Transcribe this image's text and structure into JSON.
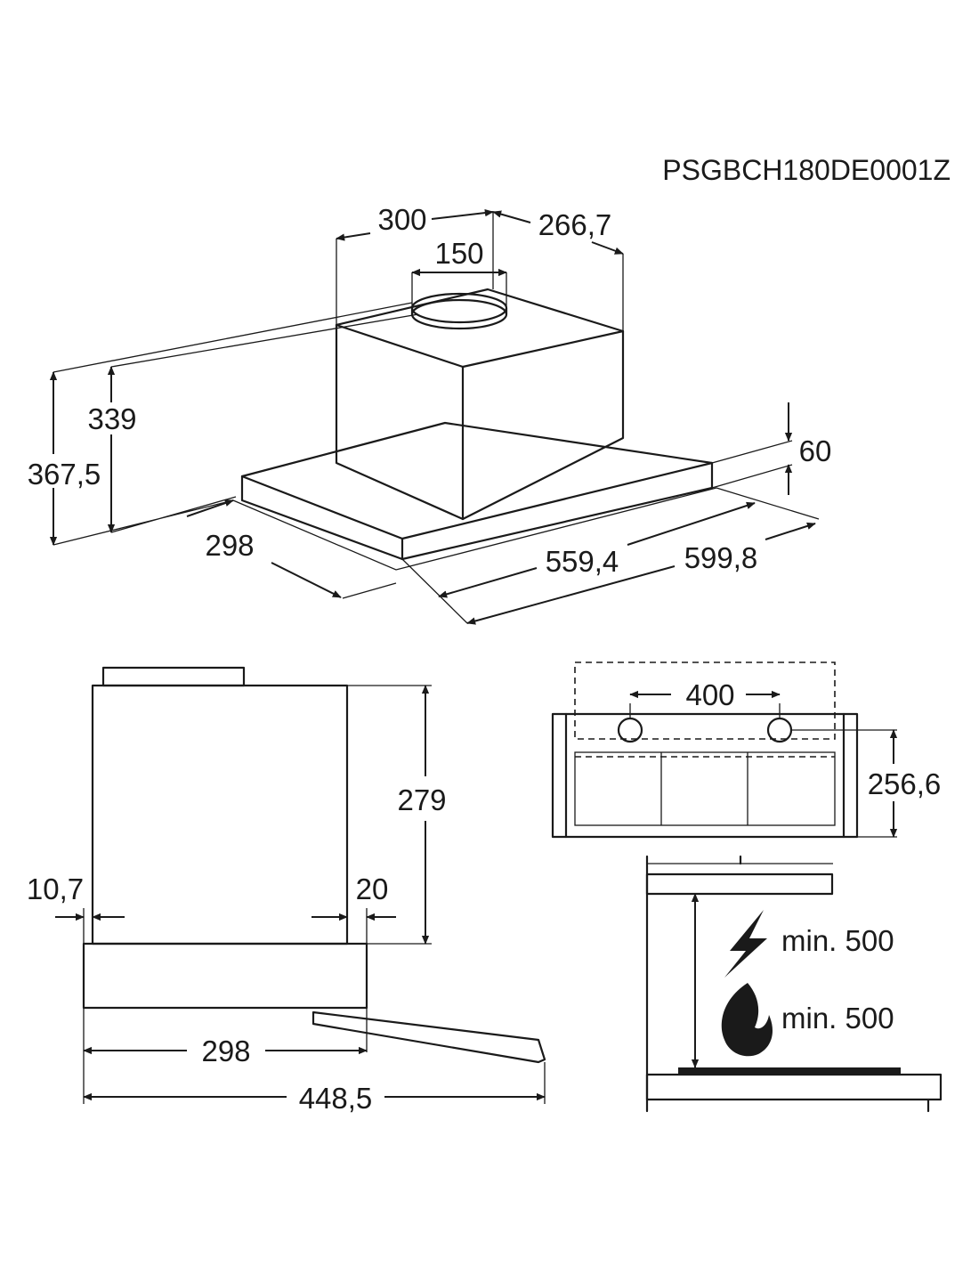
{
  "model_code": "PSGBCH180DE0001Z",
  "top_view": {
    "dims": {
      "chimney_width": "300",
      "chimney_depth": "266,7",
      "outlet_diameter": "150",
      "height_total": "367,5",
      "height_chimney": "339",
      "panel_thickness": "60",
      "depth": "298",
      "inner_width": "559,4",
      "outer_width": "599,8"
    }
  },
  "side_view": {
    "dims": {
      "height": "279",
      "offset_front": "10,7",
      "offset_back": "20",
      "depth": "298",
      "depth_extended": "448,5"
    }
  },
  "front_view": {
    "dims": {
      "hole_spacing": "400",
      "height": "256,6"
    }
  },
  "clearance": {
    "electric_label": "min. 500",
    "gas_label": "min. 500",
    "electric_icon": "lightning-icon",
    "gas_icon": "flame-icon"
  }
}
